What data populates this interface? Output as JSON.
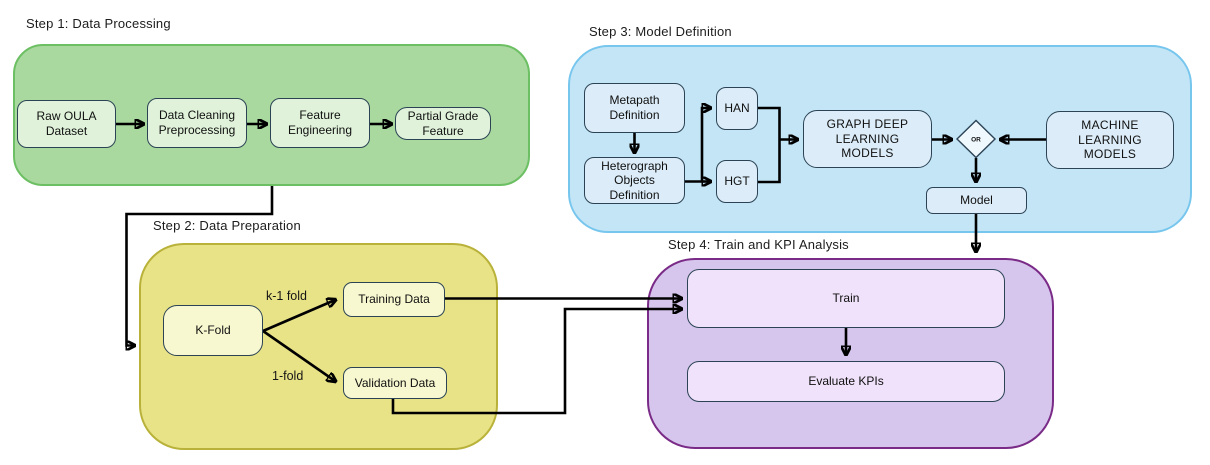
{
  "diagram": {
    "step1": {
      "title": "Step 1: Data Processing",
      "nodes": {
        "raw_oula": "Raw OULA Dataset",
        "data_cleaning": "Data Cleaning Preprocessing",
        "feature_engineering": "Feature Engineering",
        "partial_grade": "Partial Grade Feature"
      }
    },
    "step2": {
      "title": "Step 2: Data Preparation",
      "nodes": {
        "kfold": "K-Fold",
        "training_data": "Training Data",
        "validation_data": "Validation Data"
      },
      "edge_labels": {
        "k_minus_1_fold": "k-1 fold",
        "one_fold": "1-fold"
      }
    },
    "step3": {
      "title": "Step 3: Model Definition",
      "nodes": {
        "metapath": "Metapath Definition",
        "heterograph": "Heterograph Objects Definition",
        "han": "HAN",
        "hgt": "HGT",
        "graph_deep_learning": "GRAPH DEEP LEARNING MODELS",
        "or_gate": "OR",
        "machine_learning": "MACHINE LEARNING MODELS",
        "model": "Model"
      }
    },
    "step4": {
      "title": "Step 4: Train and KPI Analysis",
      "nodes": {
        "train": "Train",
        "evaluate_kpis": "Evaluate KPIs"
      }
    },
    "colors": {
      "step1_fill": "#a9d99f",
      "step1_border": "#6cbf63",
      "step1_node_fill": "#e0f3da",
      "step2_fill": "#e9e388",
      "step2_border": "#b9b23a",
      "step2_node_fill": "#f8f8d0",
      "step3_fill": "#c3e5f6",
      "step3_border": "#77c6ee",
      "step3_node_fill": "#dcedf9",
      "step4_fill": "#d6c6ed",
      "step4_border": "#7a2b87",
      "step4_node_fill": "#f0e2fa",
      "node_border": "#2b4355",
      "arrow": "#000000"
    }
  }
}
